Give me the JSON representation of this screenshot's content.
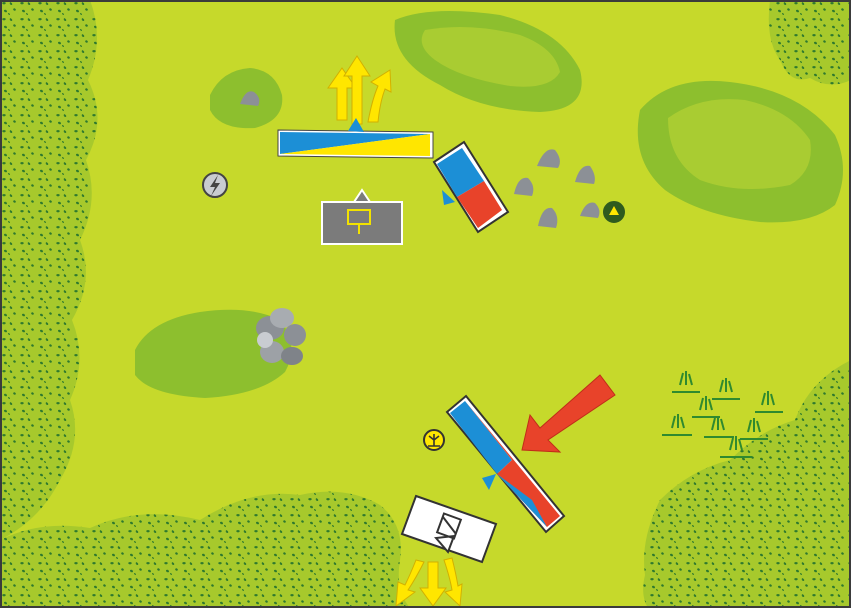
{
  "map": {
    "colors": {
      "grass": "#c6d92b",
      "hill_outer": "#8dbf2e",
      "hill_inner": "#a9cc32",
      "forest": "#a7c92c",
      "forest_speckle": "#2f7a2e",
      "rock": "#8c9096",
      "rock_light": "#c9ccd1",
      "friendly_blue": "#1c8fd6",
      "enemy_red": "#e8432a",
      "yellow": "#ffe600",
      "hq_gray": "#7b7b7b",
      "hq_symbol": "#f2e200",
      "marsh": "#2f8a2f"
    },
    "terrain": [
      {
        "type": "forest",
        "name": "west-forest"
      },
      {
        "type": "forest",
        "name": "south-forest"
      },
      {
        "type": "forest",
        "name": "southeast-forest"
      },
      {
        "type": "forest",
        "name": "northeast-forest"
      },
      {
        "type": "hill",
        "name": "north-hill"
      },
      {
        "type": "hill",
        "name": "northeast-hill"
      },
      {
        "type": "hill",
        "name": "west-hill"
      },
      {
        "type": "hill",
        "name": "small-northwest-hill"
      },
      {
        "type": "rocks",
        "name": "rock-cluster"
      },
      {
        "type": "marsh",
        "name": "marsh-area"
      }
    ],
    "units": [
      {
        "side": "friendly",
        "type": "infantry-line",
        "name": "blue-yellow-line-north"
      },
      {
        "side": "friendly",
        "type": "infantry-block",
        "name": "blue-red-block-north"
      },
      {
        "side": "friendly",
        "type": "infantry-line",
        "name": "blue-red-line-south"
      },
      {
        "side": "friendly",
        "type": "hq",
        "name": "gray-hq-north"
      },
      {
        "side": "friendly",
        "type": "hq",
        "name": "white-hq-south"
      }
    ],
    "markers": [
      {
        "icon": "lightning-icon",
        "name": "lightning-marker"
      },
      {
        "icon": "triangle-icon",
        "name": "triangle-marker"
      },
      {
        "icon": "sprout-icon",
        "name": "sprout-marker"
      }
    ],
    "arrows": [
      {
        "color": "yellow",
        "direction": "north",
        "name": "yellow-advance-arrows-north"
      },
      {
        "color": "yellow",
        "direction": "south",
        "name": "yellow-retreat-arrows-south"
      },
      {
        "color": "red",
        "direction": "southwest",
        "name": "red-attack-arrow"
      }
    ]
  }
}
